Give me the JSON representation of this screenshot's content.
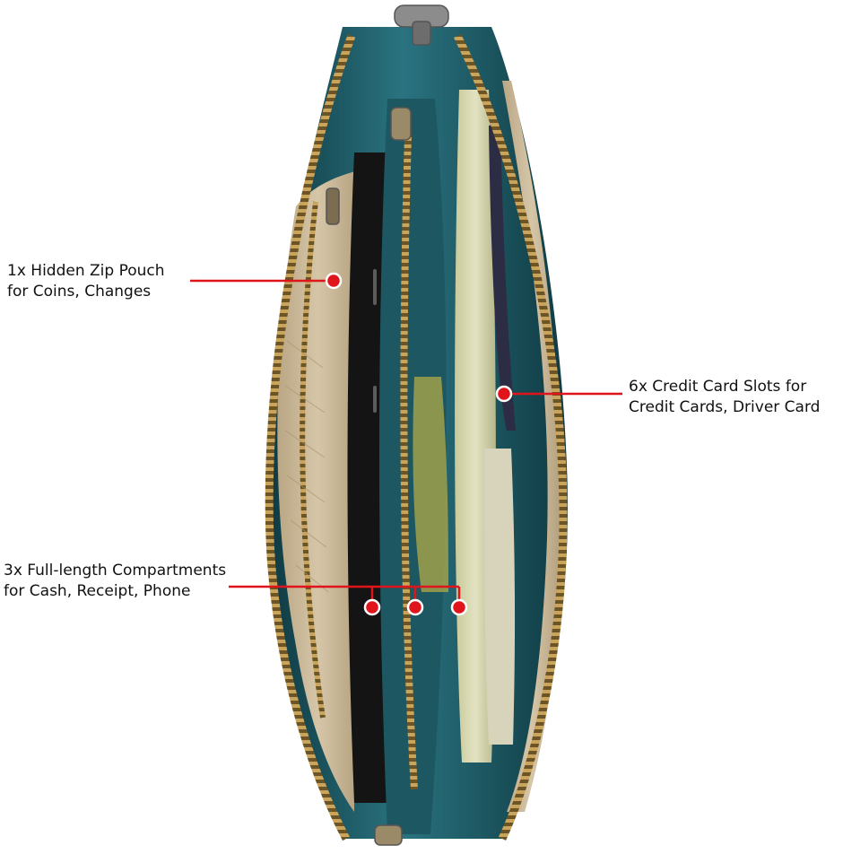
{
  "annotations": {
    "pouch": {
      "line1": "1x Hidden Zip Pouch",
      "line2": "for Coins, Changes"
    },
    "cards": {
      "line1": "6x Credit Card Slots for",
      "line2": "Credit Cards, Driver Card"
    },
    "compartments": {
      "line1": "3x Full-length Compartments",
      "line2": "for Cash, Receipt, Phone"
    }
  },
  "colors": {
    "leather_teal": "#1f5a63",
    "leather_dark": "#123c44",
    "lining_beige": "#c9b79a",
    "zipper_brass": "#a8874a",
    "callout_red": "#e0141b"
  },
  "icons": [
    "zipper-pull-icon",
    "callout-dot-icon"
  ]
}
